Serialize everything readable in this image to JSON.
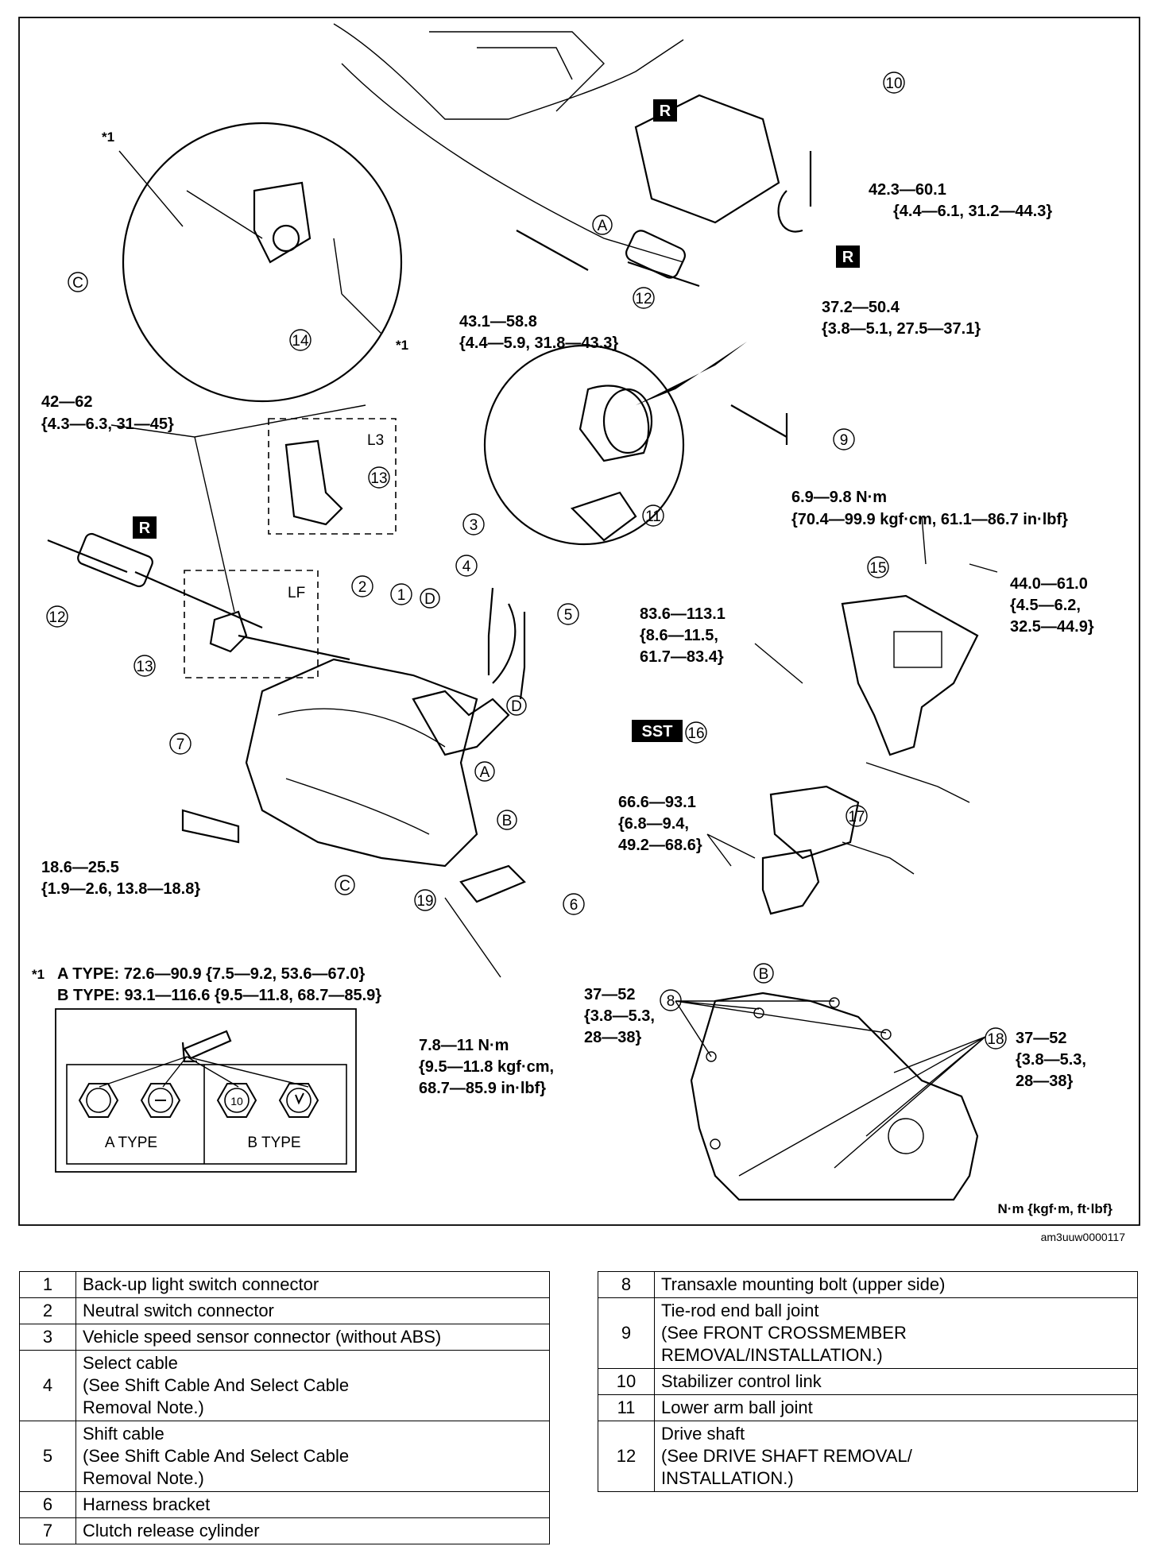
{
  "diagram": {
    "callouts": {
      "c1": "1",
      "c2": "2",
      "c3": "3",
      "c4": "4",
      "c5": "5",
      "c6": "6",
      "c7": "7",
      "c8": "8",
      "c9": "9",
      "c10": "10",
      "c11": "11",
      "c12a": "12",
      "c12b": "12",
      "c13a": "13",
      "c13b": "13",
      "c14": "14",
      "c15": "15",
      "c16": "16",
      "c17": "17",
      "c18": "18",
      "c19": "19",
      "A1": "A",
      "A2": "A",
      "B1": "B",
      "B2": "B",
      "C1": "C",
      "C2": "C",
      "D1": "D",
      "D2": "D"
    },
    "tags": {
      "r1": "R",
      "r2": "R",
      "r3": "R",
      "sst": "SST"
    },
    "boxes": {
      "l3": "L3",
      "lf": "LF"
    },
    "star1a": "*1",
    "star1b": "*1",
    "torques": {
      "t10_a": "42.3—60.1",
      "t10_b": "{4.4—6.1, 31.2—44.3}",
      "tR_a": "37.2—50.4",
      "tR_b": "{3.8—5.1, 27.5—37.1}",
      "t11_a": "43.1—58.8",
      "t11_b": "{4.4—5.9, 31.8—43.3}",
      "t13_a": "42—62",
      "t13_b": "{4.3—6.3, 31—45}",
      "t15s_a": "6.9—9.8 N·m",
      "t15s_b": "{70.4—99.9 kgf·cm, 61.1—86.7 in·lbf}",
      "t15n_a": "44.0—61.0",
      "t15n_b": "{4.5—6.2,",
      "t15n_c": "32.5—44.9}",
      "t16_a": "83.6—113.1",
      "t16_b": "{8.6—11.5,",
      "t16_c": "61.7—83.4}",
      "t17_a": "66.6—93.1",
      "t17_b": "{6.8—9.4,",
      "t17_c": "49.2—68.6}",
      "t7_a": "18.6—25.5",
      "t7_b": "{1.9—2.6, 13.8—18.8}",
      "t6_a": "7.8—11 N·m",
      "t6_b": "{9.5—11.8 kgf·cm,",
      "t6_c": "68.7—85.9 in·lbf}",
      "t8_a": "37—52",
      "t8_b": "{3.8—5.3,",
      "t8_c": "28—38}",
      "t18_a": "37—52",
      "t18_b": "{3.8—5.3,",
      "t18_c": "28—38}"
    },
    "star_note": {
      "mark": "*1",
      "a_type": "A TYPE: 72.6—90.9 {7.5—9.2, 53.6—67.0}",
      "b_type": "B TYPE: 93.1—116.6 {9.5—11.8, 68.7—85.9}",
      "a_label": "A TYPE",
      "b_label": "B TYPE",
      "head_mark": "10"
    },
    "units": "N·m {kgf·m, ft·lbf}",
    "figure_id": "am3uuw0000117"
  },
  "legend_left": [
    {
      "num": "1",
      "text": "Back-up light switch connector"
    },
    {
      "num": "2",
      "text": "Neutral switch connector"
    },
    {
      "num": "3",
      "text": "Vehicle speed sensor connector (without ABS)"
    },
    {
      "num": "4",
      "text": "Select cable\n(See Shift Cable And Select Cable\nRemoval Note.)"
    },
    {
      "num": "5",
      "text": "Shift cable\n(See Shift Cable And Select Cable\nRemoval Note.)"
    },
    {
      "num": "6",
      "text": "Harness bracket"
    },
    {
      "num": "7",
      "text": "Clutch release cylinder"
    }
  ],
  "legend_right": [
    {
      "num": "8",
      "text": "Transaxle mounting bolt (upper side)"
    },
    {
      "num": "9",
      "text": "Tie-rod end ball joint\n(See FRONT CROSSMEMBER\nREMOVAL/INSTALLATION.)"
    },
    {
      "num": "10",
      "text": "Stabilizer control link"
    },
    {
      "num": "11",
      "text": "Lower arm ball joint"
    },
    {
      "num": "12",
      "text": "Drive shaft\n(See DRIVE SHAFT REMOVAL/\nINSTALLATION.)"
    }
  ]
}
